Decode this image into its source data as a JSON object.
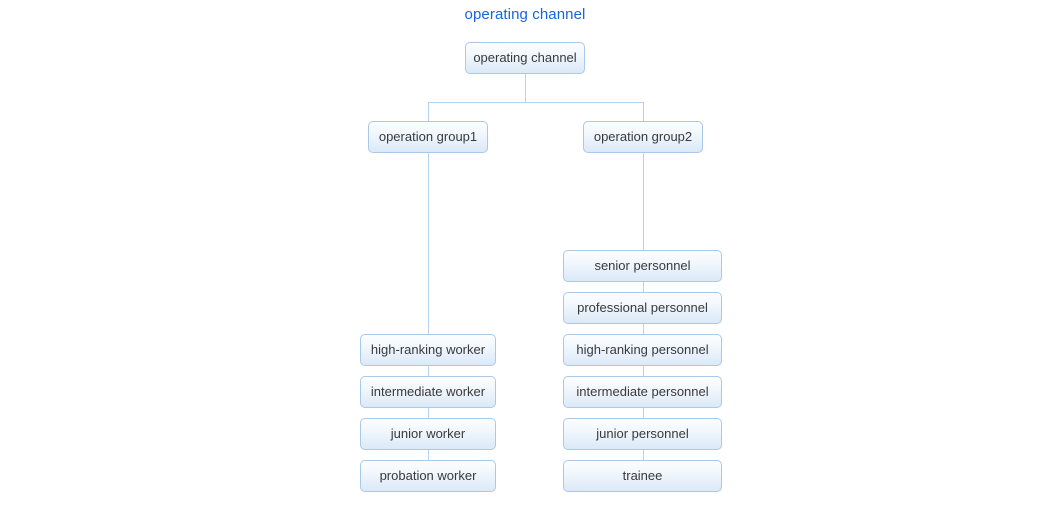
{
  "title": "operating channel",
  "title_color": "#1565dd",
  "theme": {
    "node_border": "#a9c9e9",
    "node_fill_top": "#fdfeff",
    "node_fill_bottom": "#dbe9f7",
    "edge_color": "#b6d2ee",
    "node_text": "#3a3a3a",
    "background": "#ffffff"
  },
  "root": {
    "label": "operating channel"
  },
  "branches": [
    {
      "label": "operation group1"
    },
    {
      "label": "operation group2"
    }
  ],
  "left_column": [
    {
      "label": "high-ranking worker"
    },
    {
      "label": "intermediate worker"
    },
    {
      "label": "junior worker"
    },
    {
      "label": "probation worker"
    }
  ],
  "right_column": [
    {
      "label": "senior personnel"
    },
    {
      "label": "professional personnel"
    },
    {
      "label": "high-ranking personnel"
    },
    {
      "label": "intermediate personnel"
    },
    {
      "label": "junior personnel"
    },
    {
      "label": "trainee"
    }
  ]
}
